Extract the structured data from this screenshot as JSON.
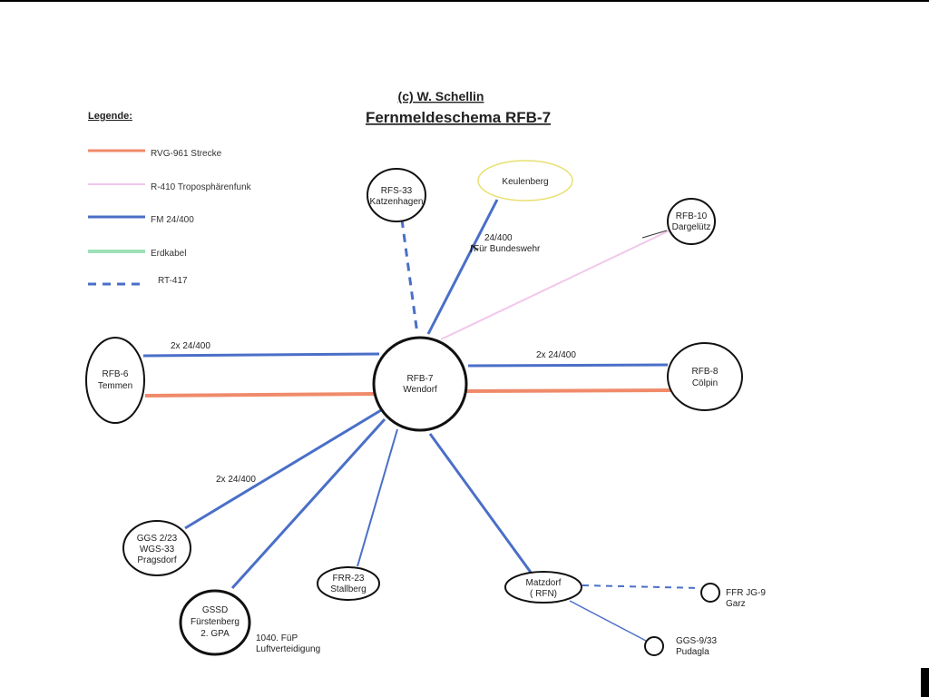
{
  "header": {
    "copyright": "(c) W. Schellin",
    "title": "Fernmeldeschema RFB-7"
  },
  "legend": {
    "title": "Legende:",
    "items": [
      {
        "label": "RVG-961 Strecke",
        "color": "#f08a6a",
        "style": "solid"
      },
      {
        "label": "R-410 Troposphärenfunk",
        "color": "#f2c6ec",
        "style": "solid"
      },
      {
        "label": "FM 24/400",
        "color": "#4a6fc8",
        "style": "solid"
      },
      {
        "label": "Erdkabel",
        "color": "#9ee0b8",
        "style": "solid"
      },
      {
        "label": "RT-417",
        "color": "#4a6fc8",
        "style": "dashed"
      }
    ]
  },
  "nodes": {
    "rfb7": {
      "line1": "RFB-7",
      "line2": "Wendorf"
    },
    "rfs33": {
      "line1": "RFS-33",
      "line2": "Katzenhagen"
    },
    "keulenberg": {
      "line1": "Keulenberg",
      "line2": ""
    },
    "rfb10": {
      "line1": "RFB-10",
      "line2": "Dargelütz"
    },
    "rfb6": {
      "line1": "RFB-6",
      "line2": "Temmen"
    },
    "rfb8": {
      "line1": "RFB-8",
      "line2": "Cölpin"
    },
    "ggs223": {
      "line1": "GGS 2/23",
      "line2": "WGS-33",
      "line3": "Pragsdorf"
    },
    "gssd": {
      "line1": "GSSD",
      "line2": "Fürstenberg",
      "line3": "2. GPA"
    },
    "frr23": {
      "line1": "FRR-23",
      "line2": "Stallberg"
    },
    "matzdorf": {
      "line1": "Matzdorf",
      "line2": "( RFN)"
    },
    "ffrjg9": {
      "line1": "FFR JG-9",
      "line2": "Garz"
    },
    "ggs933": {
      "line1": "GGS-9/33",
      "line2": "Pudagla"
    }
  },
  "edge_labels": {
    "keulenberg_a": "24/400",
    "keulenberg_b": "Für Bundeswehr",
    "rfb6": "2x 24/400",
    "rfb8": "2x 24/400",
    "ggs223": "2x 24/400",
    "gssd_a": "1040. FüP",
    "gssd_b": "Luftverteidigung"
  },
  "colors": {
    "rvg": "#f08a6a",
    "tropo": "#f2c6ec",
    "fm": "#4a6fc8",
    "erdkabel": "#9ee0b8",
    "keulenberg_border": "#e8e070",
    "node_stroke": "#111111"
  }
}
